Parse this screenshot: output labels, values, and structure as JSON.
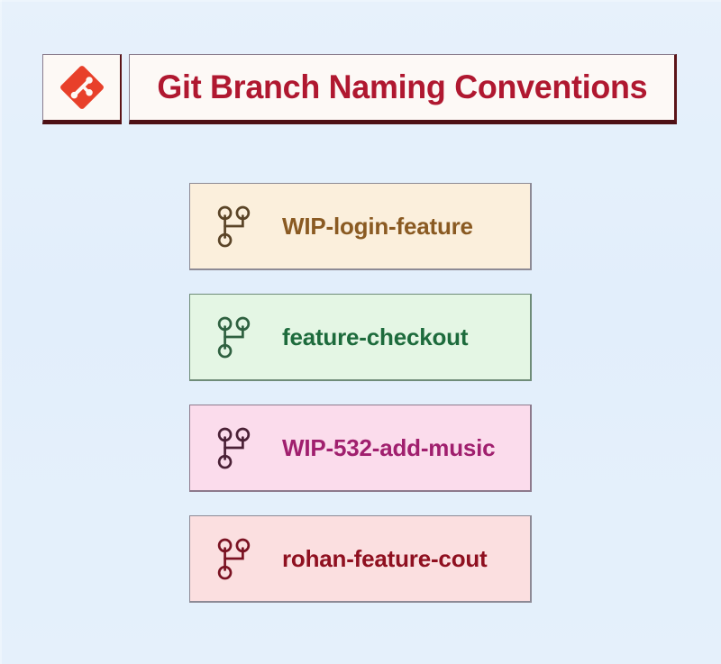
{
  "page": {
    "background_color": "#e4f0fb"
  },
  "header": {
    "logo_icon": "git-logo-icon",
    "logo_color": "#e8402a",
    "title": "Git Branch Naming Conventions",
    "title_color": "#b01830",
    "box_background": "#fdf9f6",
    "box_shadow_color": "#4d1014"
  },
  "branches": [
    {
      "icon": "git-branch-icon",
      "label": "WIP-login-feature",
      "background_color": "#fbefdc",
      "text_color": "#8a5a22",
      "icon_color": "#5a4427",
      "border_color": "#8d8a95"
    },
    {
      "icon": "git-branch-icon",
      "label": "feature-checkout",
      "background_color": "#e4f6e4",
      "text_color": "#1d6b3c",
      "icon_color": "#2f6140",
      "border_color": "#6f8c78"
    },
    {
      "icon": "git-branch-icon",
      "label": "WIP-532-add-music",
      "background_color": "#fbdcec",
      "text_color": "#a01f6e",
      "icon_color": "#4a2136",
      "border_color": "#8d7a8c"
    },
    {
      "icon": "git-branch-icon",
      "label": "rohan-feature-cout",
      "background_color": "#fbdfe0",
      "text_color": "#8f1020",
      "icon_color": "#7a1222",
      "border_color": "#8d8a95"
    }
  ]
}
